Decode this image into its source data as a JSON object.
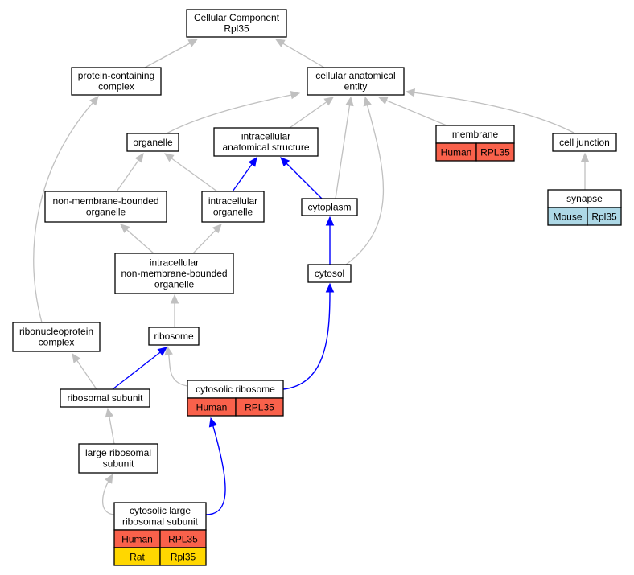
{
  "colors": {
    "human": "#f9614b",
    "rat": "#ffd700",
    "mouse": "#add8e6",
    "edge_isa": "#c0c0c0",
    "edge_partof": "#0000ff"
  },
  "nodes": {
    "cellular_component": {
      "lines": [
        "Cellular Component",
        "Rpl35"
      ]
    },
    "protein_containing_complex": {
      "lines": [
        "protein-containing",
        "complex"
      ]
    },
    "cellular_anatomical_entity": {
      "lines": [
        "cellular anatomical",
        "entity"
      ]
    },
    "organelle": {
      "lines": [
        "organelle"
      ]
    },
    "intracellular_anatomical_structure": {
      "lines": [
        "intracellular",
        "anatomical structure"
      ]
    },
    "membrane": {
      "lines": [
        "membrane"
      ],
      "annotations": [
        [
          "Human",
          "RPL35"
        ]
      ]
    },
    "cell_junction": {
      "lines": [
        "cell junction"
      ]
    },
    "non_membrane_bounded_organelle": {
      "lines": [
        "non-membrane-bounded",
        "organelle"
      ]
    },
    "intracellular_organelle": {
      "lines": [
        "intracellular",
        "organelle"
      ]
    },
    "cytoplasm": {
      "lines": [
        "cytoplasm"
      ]
    },
    "synapse": {
      "lines": [
        "synapse"
      ],
      "annotations": [
        [
          "Mouse",
          "Rpl35"
        ]
      ]
    },
    "intracellular_nmb_organelle": {
      "lines": [
        "intracellular",
        "non-membrane-bounded",
        "organelle"
      ]
    },
    "cytosol": {
      "lines": [
        "cytosol"
      ]
    },
    "ribonucleoprotein_complex": {
      "lines": [
        "ribonucleoprotein",
        "complex"
      ]
    },
    "ribosome": {
      "lines": [
        "ribosome"
      ]
    },
    "cytosolic_ribosome": {
      "lines": [
        "cytosolic ribosome"
      ],
      "annotations": [
        [
          "Human",
          "RPL35"
        ]
      ]
    },
    "ribosomal_subunit": {
      "lines": [
        "ribosomal subunit"
      ]
    },
    "large_ribosomal_subunit": {
      "lines": [
        "large ribosomal",
        "subunit"
      ]
    },
    "cytosolic_large_ribosomal_subunit": {
      "lines": [
        "cytosolic large",
        "ribosomal subunit"
      ],
      "annotations": [
        [
          "Human",
          "RPL35"
        ],
        [
          "Rat",
          "Rpl35"
        ]
      ]
    }
  },
  "edges": [
    {
      "from": "protein_containing_complex",
      "to": "cellular_component",
      "type": "is_a"
    },
    {
      "from": "cellular_anatomical_entity",
      "to": "cellular_component",
      "type": "is_a"
    },
    {
      "from": "organelle",
      "to": "cellular_anatomical_entity",
      "type": "is_a"
    },
    {
      "from": "intracellular_anatomical_structure",
      "to": "cellular_anatomical_entity",
      "type": "is_a"
    },
    {
      "from": "membrane",
      "to": "cellular_anatomical_entity",
      "type": "is_a"
    },
    {
      "from": "cell_junction",
      "to": "cellular_anatomical_entity",
      "type": "is_a"
    },
    {
      "from": "cytoplasm",
      "to": "cellular_anatomical_entity",
      "type": "is_a"
    },
    {
      "from": "cytosol",
      "to": "cellular_anatomical_entity",
      "type": "is_a"
    },
    {
      "from": "non_membrane_bounded_organelle",
      "to": "organelle",
      "type": "is_a"
    },
    {
      "from": "intracellular_organelle",
      "to": "organelle",
      "type": "is_a"
    },
    {
      "from": "intracellular_organelle",
      "to": "intracellular_anatomical_structure",
      "type": "part_of"
    },
    {
      "from": "cytoplasm",
      "to": "intracellular_anatomical_structure",
      "type": "part_of"
    },
    {
      "from": "synapse",
      "to": "cell_junction",
      "type": "is_a"
    },
    {
      "from": "intracellular_nmb_organelle",
      "to": "non_membrane_bounded_organelle",
      "type": "is_a"
    },
    {
      "from": "intracellular_nmb_organelle",
      "to": "intracellular_organelle",
      "type": "is_a"
    },
    {
      "from": "cytosol",
      "to": "cytoplasm",
      "type": "part_of"
    },
    {
      "from": "ribosome",
      "to": "intracellular_nmb_organelle",
      "type": "is_a"
    },
    {
      "from": "ribonucleoprotein_complex",
      "to": "protein_containing_complex",
      "type": "is_a"
    },
    {
      "from": "ribosomal_subunit",
      "to": "ribonucleoprotein_complex",
      "type": "is_a"
    },
    {
      "from": "ribosomal_subunit",
      "to": "ribosome",
      "type": "part_of"
    },
    {
      "from": "cytosolic_ribosome",
      "to": "ribosome",
      "type": "is_a"
    },
    {
      "from": "cytosolic_ribosome",
      "to": "cytosol",
      "type": "part_of"
    },
    {
      "from": "large_ribosomal_subunit",
      "to": "ribosomal_subunit",
      "type": "is_a"
    },
    {
      "from": "cytosolic_large_ribosomal_subunit",
      "to": "large_ribosomal_subunit",
      "type": "is_a"
    },
    {
      "from": "cytosolic_large_ribosomal_subunit",
      "to": "cytosolic_ribosome",
      "type": "part_of"
    }
  ]
}
